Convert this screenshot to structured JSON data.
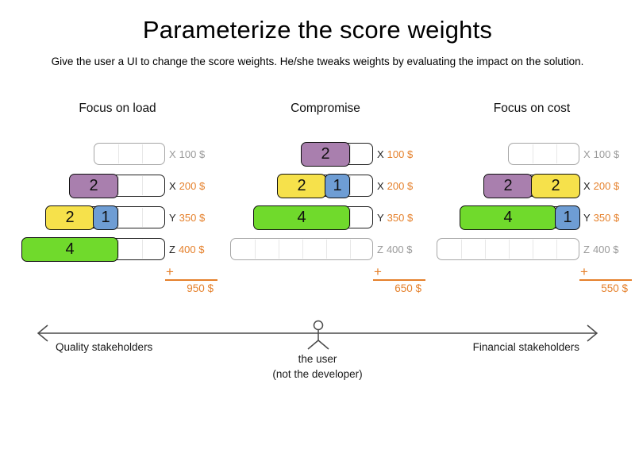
{
  "title": "Parameterize the score weights",
  "subtitle": "Give the user a UI to change the score weights. He/she tweaks weights by evaluating the impact on the solution.",
  "colors": {
    "process_purple": "#a97fae",
    "process_yellow": "#f6e14b",
    "process_blue": "#6e9dd4",
    "process_green": "#70da2c",
    "accent_orange": "#e5802b",
    "inactive_gray": "#9a9a9a"
  },
  "scenarios": [
    {
      "name": "Focus on load",
      "rows": [
        {
          "computer": "X",
          "cost": "100 $",
          "cells": 3,
          "active": false,
          "blocks": []
        },
        {
          "computer": "X",
          "cost": "200 $",
          "cells": 4,
          "active": true,
          "blocks": [
            {
              "value": "2",
              "span": 2,
              "color": "process_purple"
            }
          ]
        },
        {
          "computer": "Y",
          "cost": "350 $",
          "cells": 5,
          "active": true,
          "blocks": [
            {
              "value": "2",
              "span": 2,
              "color": "process_yellow"
            },
            {
              "value": "1",
              "span": 1,
              "color": "process_blue"
            }
          ]
        },
        {
          "computer": "Z",
          "cost": "400 $",
          "cells": 6,
          "active": true,
          "blocks": [
            {
              "value": "4",
              "span": 4,
              "color": "process_green"
            }
          ]
        }
      ],
      "plus": "+",
      "total": "950 $"
    },
    {
      "name": "Compromise",
      "rows": [
        {
          "computer": "X",
          "cost": "100 $",
          "cells": 3,
          "active": true,
          "blocks": [
            {
              "value": "2",
              "span": 2,
              "color": "process_purple"
            }
          ]
        },
        {
          "computer": "X",
          "cost": "200 $",
          "cells": 4,
          "active": true,
          "blocks": [
            {
              "value": "2",
              "span": 2,
              "color": "process_yellow"
            },
            {
              "value": "1",
              "span": 1,
              "color": "process_blue"
            }
          ]
        },
        {
          "computer": "Y",
          "cost": "350 $",
          "cells": 5,
          "active": true,
          "blocks": [
            {
              "value": "4",
              "span": 4,
              "color": "process_green"
            }
          ]
        },
        {
          "computer": "Z",
          "cost": "400 $",
          "cells": 6,
          "active": false,
          "blocks": []
        }
      ],
      "plus": "+",
      "total": "650 $"
    },
    {
      "name": "Focus on cost",
      "rows": [
        {
          "computer": "X",
          "cost": "100 $",
          "cells": 3,
          "active": false,
          "blocks": []
        },
        {
          "computer": "X",
          "cost": "200 $",
          "cells": 4,
          "active": true,
          "blocks": [
            {
              "value": "2",
              "span": 2,
              "color": "process_purple"
            },
            {
              "value": "2",
              "span": 2,
              "color": "process_yellow"
            }
          ]
        },
        {
          "computer": "Y",
          "cost": "350 $",
          "cells": 5,
          "active": true,
          "blocks": [
            {
              "value": "4",
              "span": 4,
              "color": "process_green"
            },
            {
              "value": "1",
              "span": 1,
              "color": "process_blue"
            }
          ]
        },
        {
          "computer": "Z",
          "cost": "400 $",
          "cells": 6,
          "active": false,
          "blocks": []
        }
      ],
      "plus": "+",
      "total": "550 $"
    }
  ],
  "axis": {
    "left_label": "Quality stakeholders",
    "right_label": "Financial stakeholders",
    "user_label_line1": "the user",
    "user_label_line2": "(not the developer)"
  }
}
